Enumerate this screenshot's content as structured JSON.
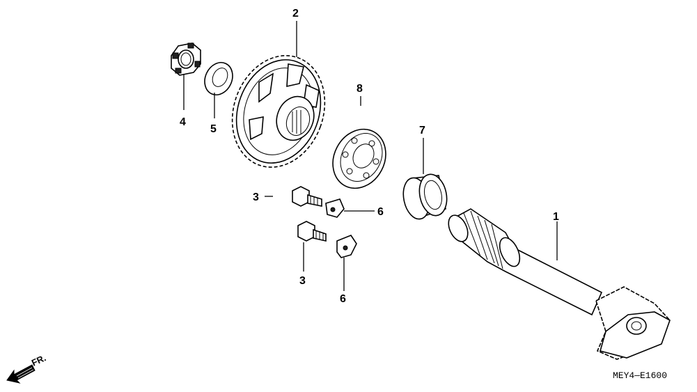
{
  "callouts": {
    "c1": "1",
    "c2": "2",
    "c3a": "3",
    "c3b": "3",
    "c4": "4",
    "c5": "5",
    "c6a": "6",
    "c6b": "6",
    "c7": "7",
    "c8": "8"
  },
  "diagram_code": "MEY4—E1600",
  "direction_label": "FR."
}
